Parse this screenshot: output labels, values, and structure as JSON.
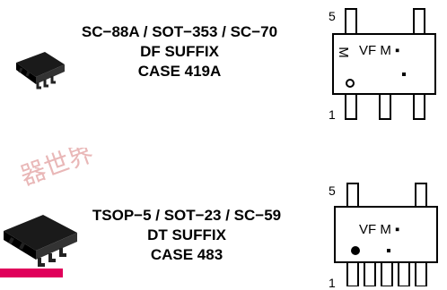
{
  "packages": [
    {
      "title_line1": "SC−88A / SOT−353 / SC−70",
      "title_line2": "DF SUFFIX",
      "title_line3": "CASE 419A",
      "pin_top": "5",
      "pin_bottom": "1",
      "marking": "VF M ▪",
      "orientation_mark": "M"
    },
    {
      "title_line1": "TSOP−5 / SOT−23 / SC−59",
      "title_line2": "DT SUFFIX",
      "title_line3": "CASE 483",
      "pin_top": "5",
      "pin_bottom": "1",
      "marking": "VF M ▪"
    }
  ]
}
